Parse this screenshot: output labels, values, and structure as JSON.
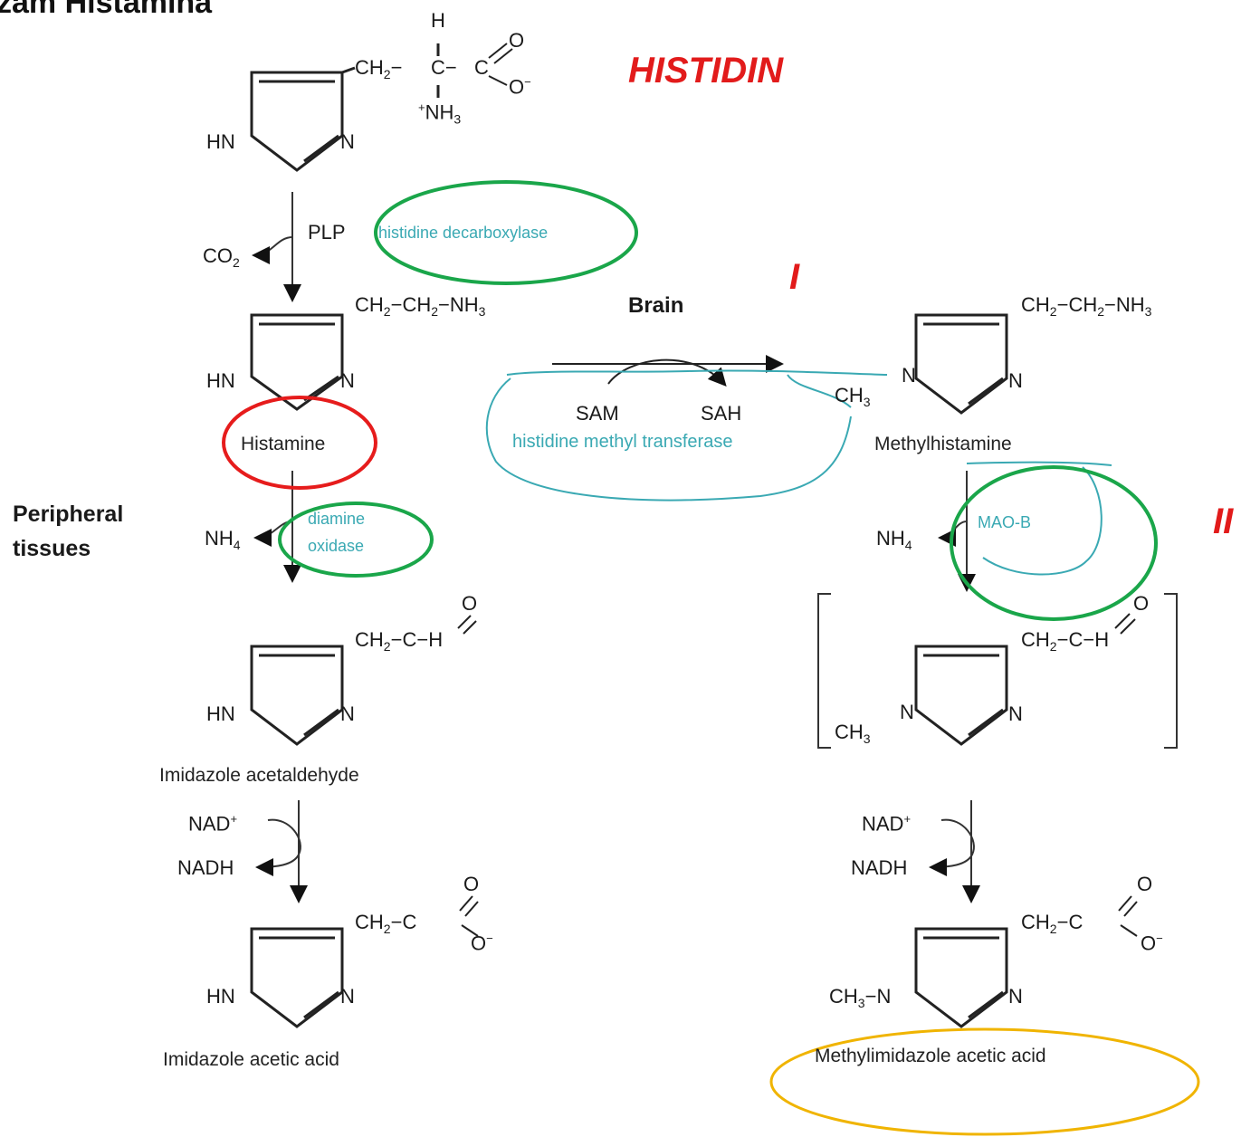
{
  "page_title": "zam Histamina",
  "annotations": {
    "histidin": "HISTIDIN",
    "route_i": "I",
    "route_ii": "II"
  },
  "labels": {
    "brain": "Brain",
    "peripheral_1": "Peripheral",
    "peripheral_2": "tissues",
    "histamine": "Histamine",
    "methylhistamine": "Methylhistamine",
    "imidazole_acetaldehyde": "Imidazole acetaldehyde",
    "imidazole_acetic_acid": "Imidazole acetic acid",
    "methylimidazole_acetic_acid": "Methylimidazole acetic acid"
  },
  "enzymes": {
    "histidine_decarboxylase": "histidine decarboxylase",
    "histidine_methyl_transferase": "histidine methyl transferase",
    "diamine_1": "diamine",
    "oxidase": "oxidase",
    "mao_b": "MAO-B"
  },
  "cofactors": {
    "plp": "PLP",
    "co2": "CO",
    "sam": "SAM",
    "sah": "SAH",
    "nh4": "NH",
    "nad": "NAD",
    "nadh": "NADH"
  },
  "atoms": {
    "hn": "HN",
    "n": "N",
    "h": "H",
    "o": "O",
    "c": "C",
    "ch2": "CH",
    "nh3": "NH",
    "ch3": "CH"
  },
  "colors": {
    "annotation_red": "#e21b1b",
    "circle_green": "#1aa64a",
    "circle_red": "#e61c1c",
    "circle_yellow": "#f0b400",
    "enzyme_teal": "#3aa9b3"
  }
}
